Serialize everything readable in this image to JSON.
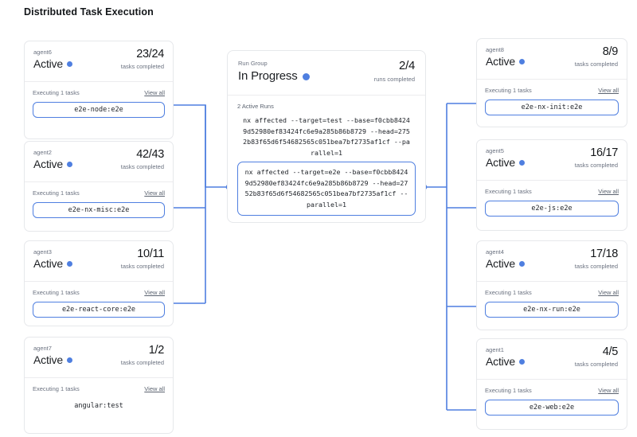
{
  "page": {
    "title": "Distributed Task Execution",
    "accent_color": "#4F7FE0",
    "card_border_color": "#e6e8eb",
    "text_color": "#1c1f23",
    "muted_text_color": "#6b7280"
  },
  "labels": {
    "tasks_completed": "tasks completed",
    "runs_completed": "runs completed",
    "executing": "Executing 1 tasks",
    "view_all": "View all",
    "active_runs": "2 Active Runs"
  },
  "run_group": {
    "kicker": "Run Group",
    "status": "In Progress",
    "status_dot": "status-dot-blue",
    "count": "2/4",
    "count_label": "runs completed",
    "active_runs_label": "2 Active Runs",
    "runs": [
      {
        "command": "nx affected --target=test --base=f0cbb84249d52980ef83424fc6e9a285b86b8729 --head=2752b83f65d6f54682565c051bea7bf2735af1cf --parallel=1",
        "highlighted": false
      },
      {
        "command": "nx affected --target=e2e --base=f0cbb84249d52980ef83424fc6e9a285b86b8729 --head=2752b83f65d6f54682565c051bea7bf2735af1cf --parallel=1",
        "highlighted": true
      }
    ]
  },
  "left_agents": [
    {
      "name": "agent6",
      "status": "Active",
      "count": "23/24",
      "count_label": "tasks completed",
      "executing": "Executing 1 tasks",
      "view_all": "View all",
      "task": "e2e-node:e2e",
      "task_boxed": true
    },
    {
      "name": "agent2",
      "status": "Active",
      "count": "42/43",
      "count_label": "tasks completed",
      "executing": "Executing 1 tasks",
      "view_all": "View all",
      "task": "e2e-nx-misc:e2e",
      "task_boxed": true
    },
    {
      "name": "agent3",
      "status": "Active",
      "count": "10/11",
      "count_label": "tasks completed",
      "executing": "Executing 1 tasks",
      "view_all": "View all",
      "task": "e2e-react-core:e2e",
      "task_boxed": true
    },
    {
      "name": "agent7",
      "status": "Active",
      "count": "1/2",
      "count_label": "tasks completed",
      "executing": "Executing 1 tasks",
      "view_all": "View all",
      "task": "angular:test",
      "task_boxed": false
    }
  ],
  "right_agents": [
    {
      "name": "agent8",
      "status": "Active",
      "count": "8/9",
      "count_label": "tasks completed",
      "executing": "Executing 1 tasks",
      "view_all": "View all",
      "task": "e2e-nx-init:e2e",
      "task_boxed": true
    },
    {
      "name": "agent5",
      "status": "Active",
      "count": "16/17",
      "count_label": "tasks completed",
      "executing": "Executing 1 tasks",
      "view_all": "View all",
      "task": "e2e-js:e2e",
      "task_boxed": true
    },
    {
      "name": "agent4",
      "status": "Active",
      "count": "17/18",
      "count_label": "tasks completed",
      "executing": "Executing 1 tasks",
      "view_all": "View all",
      "task": "e2e-nx-run:e2e",
      "task_boxed": true
    },
    {
      "name": "agent1",
      "status": "Active",
      "count": "4/5",
      "count_label": "tasks completed",
      "executing": "Executing 1 tasks",
      "view_all": "View all",
      "task": "e2e-web:e2e",
      "task_boxed": true
    }
  ]
}
